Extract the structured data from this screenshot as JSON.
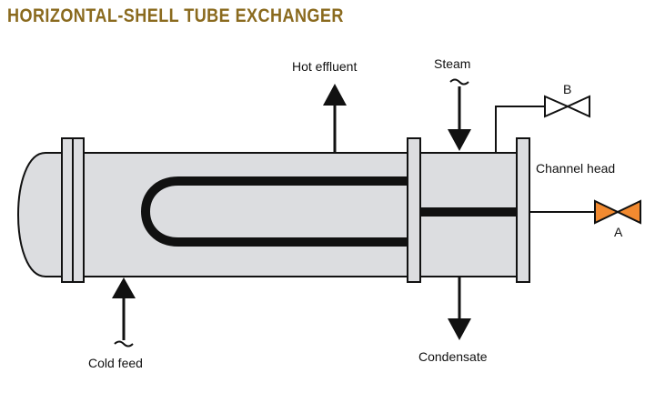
{
  "title": "HORIZONTAL-SHELL TUBE EXCHANGER",
  "labels": {
    "hot_effluent": "Hot effluent",
    "steam": "Steam",
    "channel_head": "Channel head",
    "cold_feed": "Cold feed",
    "condensate": "Condensate",
    "valve_a": "A",
    "valve_b": "B"
  },
  "colors": {
    "title": "#8a6a1e",
    "shell_fill": "#dcdde0",
    "outline": "#111111",
    "valve_a": "#f28a30",
    "valve_b": "#ffffff"
  }
}
